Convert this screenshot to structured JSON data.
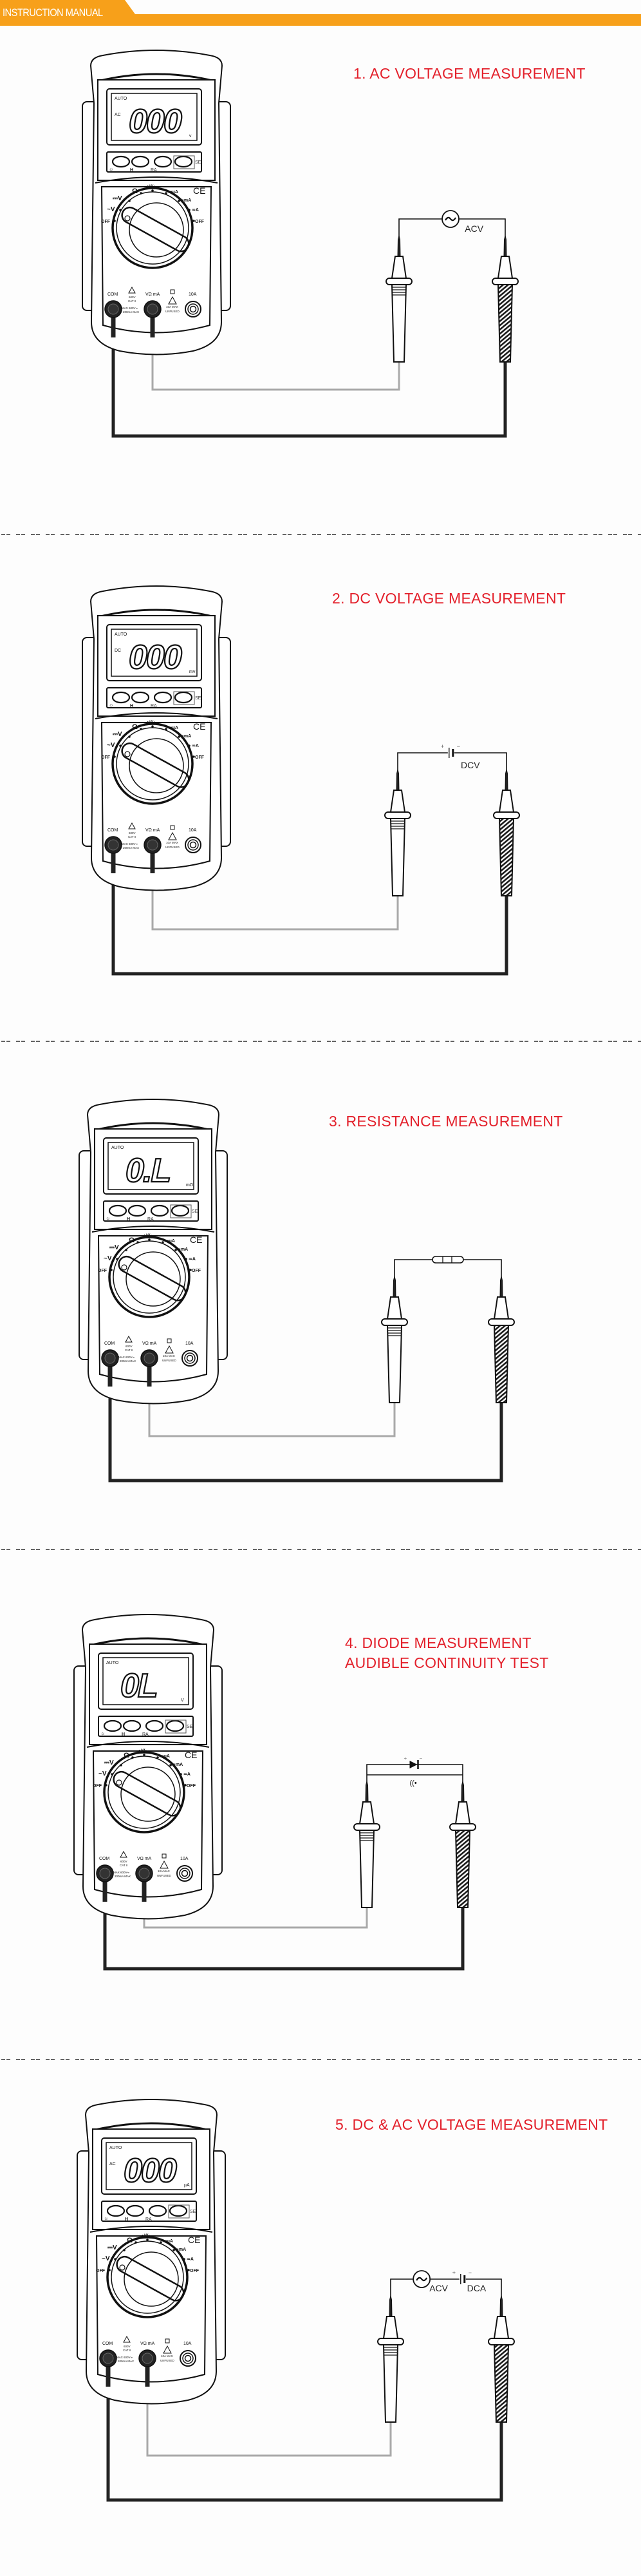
{
  "header": {
    "title": "INSTRUCTION MANUAL"
  },
  "colors": {
    "brand": "#f7a01a",
    "title": "#e3202b",
    "ink": "#1a1a1a",
    "gray_lead": "#a9a9a9"
  },
  "meter": {
    "auto": "AUTO",
    "buttons": [
      {
        "label": "☼"
      },
      {
        "label": "H"
      },
      {
        "label": "RA"
      },
      {
        "label": "SE"
      }
    ],
    "ce": "CE",
    "dial": [
      {
        "label": "OFF"
      },
      {
        "label": "~V"
      },
      {
        "label": "⎓V"
      },
      {
        "label": "Ω"
      },
      {
        "label": "➔|((•"
      },
      {
        "label": "≂µA"
      },
      {
        "label": "≂mA"
      },
      {
        "label": "≂A"
      },
      {
        "label": "OFF"
      }
    ],
    "jacks": {
      "com": "COM",
      "vma": "VΩ mA",
      "amp": "10A"
    },
    "warnings": {
      "v600": "600V",
      "cat": "CAT II",
      "max": "MAX 600V≂",
      "ma": "200mA MAX",
      "amax": "10A MAX",
      "unfused": "UNFUSED"
    }
  },
  "sections": [
    {
      "title": "1. AC VOLTAGE MEASUREMENT",
      "display": {
        "mode": "AC",
        "value": "000",
        "unit": "v"
      },
      "circuit": {
        "type": "ac",
        "source_label": "ACV"
      }
    },
    {
      "title": "2. DC  VOLTAGE MEASUREMENT",
      "display": {
        "mode": "DC",
        "value": "000",
        "unit": "mv"
      },
      "circuit": {
        "type": "dc",
        "source_label": "DCV",
        "plus": "+",
        "minus": "−"
      }
    },
    {
      "title": "3. RESISTANCE MEASUREMENT",
      "display": {
        "mode": "",
        "value": "0.L",
        "unit": "mΩ"
      },
      "circuit": {
        "type": "res"
      }
    },
    {
      "title": "4. DIODE MEASUREMENT",
      "subtitle": "AUDIBLE CONTINUITY TEST",
      "display": {
        "mode": "",
        "value": "0L",
        "unit": "V"
      },
      "circuit": {
        "type": "diode",
        "plus": "+",
        "minus": "−",
        "continuity": "((•"
      }
    },
    {
      "title": "5. DC & AC VOLTAGE MEASUREMENT",
      "display": {
        "mode": "AC",
        "value": "000",
        "unit": "µA"
      },
      "circuit": {
        "type": "acdc",
        "source_label": "ACV",
        "source_label2": "DCA",
        "plus": "+",
        "minus": "−"
      }
    }
  ]
}
